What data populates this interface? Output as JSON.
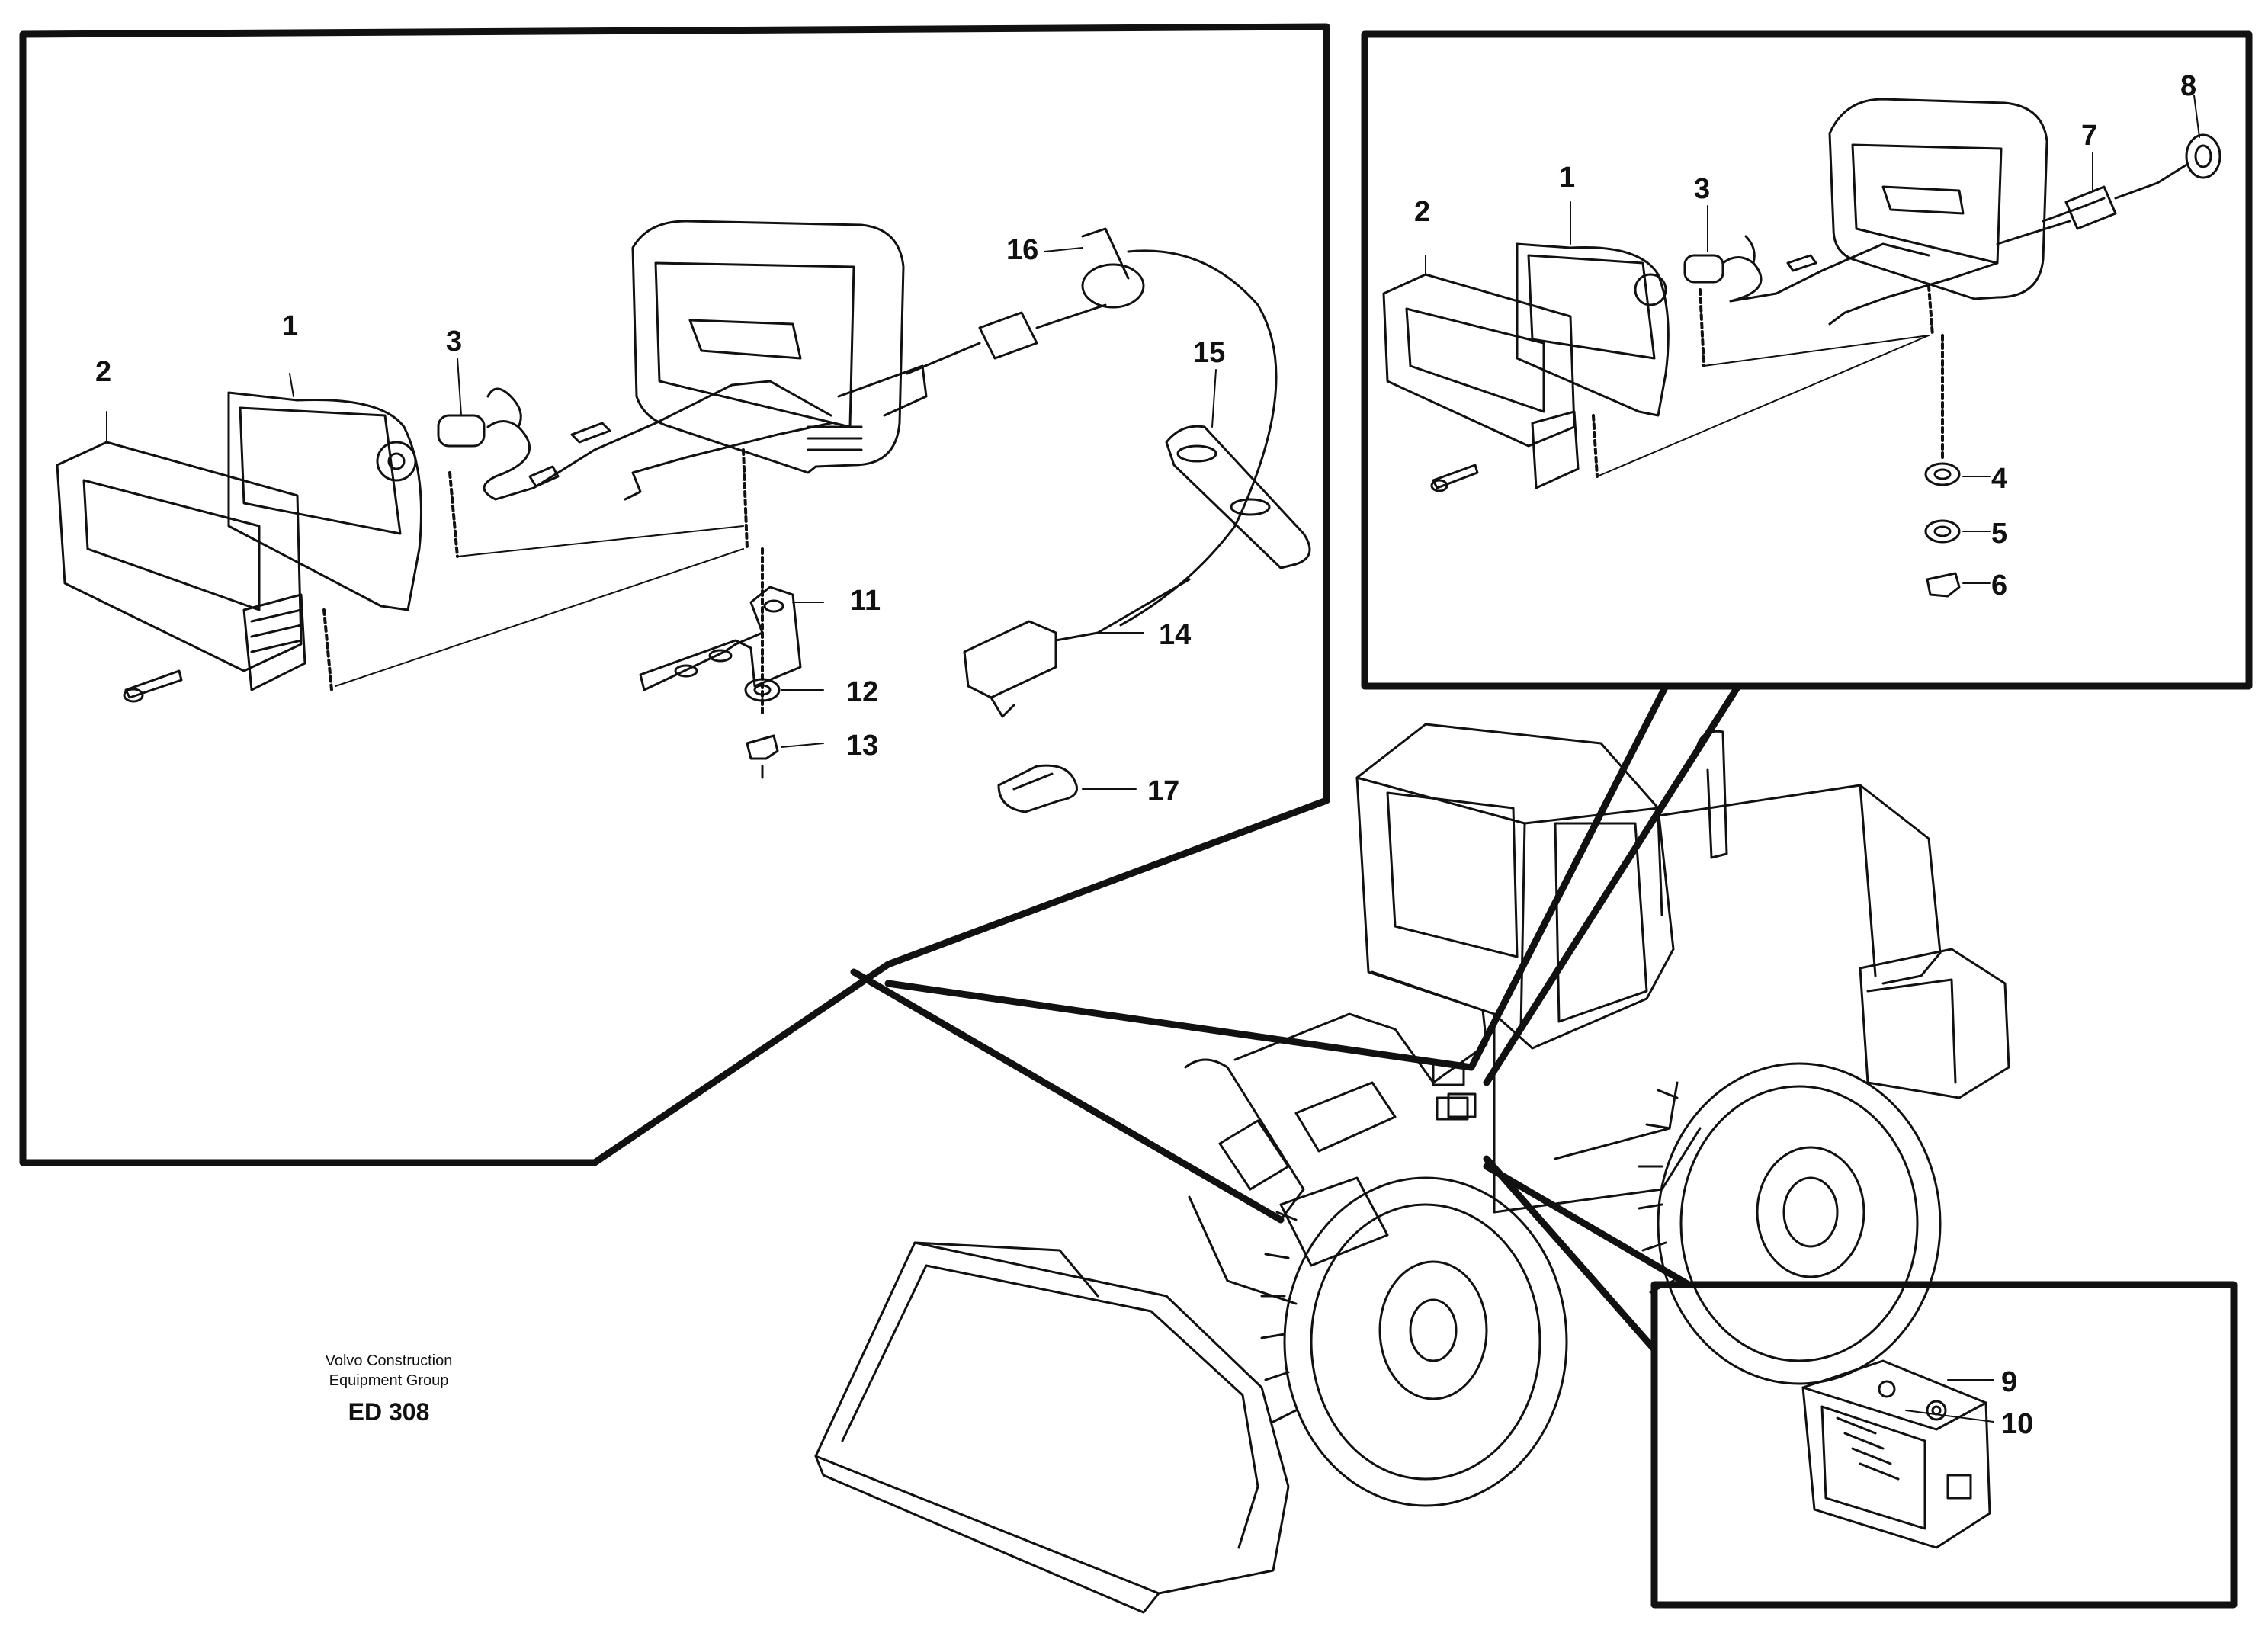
{
  "footer": {
    "org_line1": "Volvo Construction",
    "org_line2": "Equipment Group",
    "code": "ED 308"
  },
  "callouts": {
    "left": [
      "1",
      "2",
      "3",
      "11",
      "12",
      "13",
      "14",
      "15",
      "16",
      "17"
    ],
    "right": [
      "1",
      "2",
      "3",
      "4",
      "5",
      "6",
      "7",
      "8"
    ],
    "inset": [
      "9",
      "10"
    ]
  },
  "colors": {
    "ink": "#111111",
    "paper": "#ffffff"
  }
}
